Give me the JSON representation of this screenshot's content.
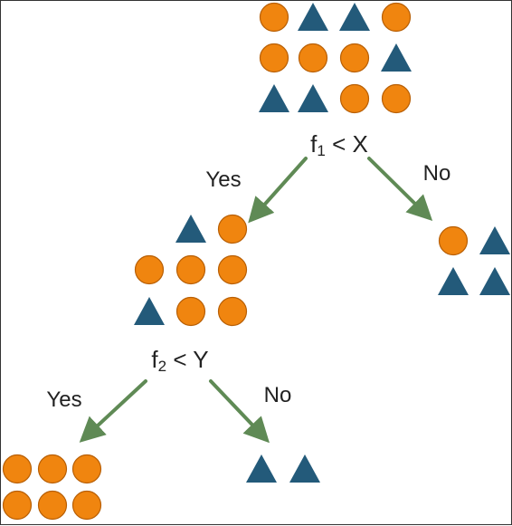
{
  "colors": {
    "circle": "#f0850f",
    "circle_stroke": "#b85f05",
    "triangle": "#235a7a",
    "arrow": "#5f8a55"
  },
  "root": {
    "rows": [
      [
        "circle",
        "triangle",
        "triangle",
        "circle"
      ],
      [
        "circle",
        "circle",
        "circle",
        "triangle"
      ],
      [
        "triangle",
        "triangle",
        "circle",
        "circle"
      ]
    ],
    "condition": {
      "var": "f",
      "sub": "1",
      "op": " < X"
    }
  },
  "left": {
    "rows": [
      [
        "triangle",
        "circle"
      ],
      [
        "circle",
        "circle",
        "circle"
      ],
      [
        "triangle",
        "circle",
        "circle"
      ]
    ],
    "condition": {
      "var": "f",
      "sub": "2",
      "op": " < Y"
    }
  },
  "right": {
    "rows": [
      [
        "circle",
        "triangle"
      ],
      [
        "triangle",
        "triangle"
      ]
    ]
  },
  "left_left": {
    "rows": [
      [
        "circle",
        "circle",
        "circle"
      ],
      [
        "circle",
        "circle",
        "circle"
      ]
    ]
  },
  "left_right": {
    "rows": [
      [
        "triangle",
        "triangle"
      ]
    ]
  },
  "labels": {
    "yes_1": "Yes",
    "no_1": "No",
    "yes_2": "Yes",
    "no_2": "No"
  }
}
